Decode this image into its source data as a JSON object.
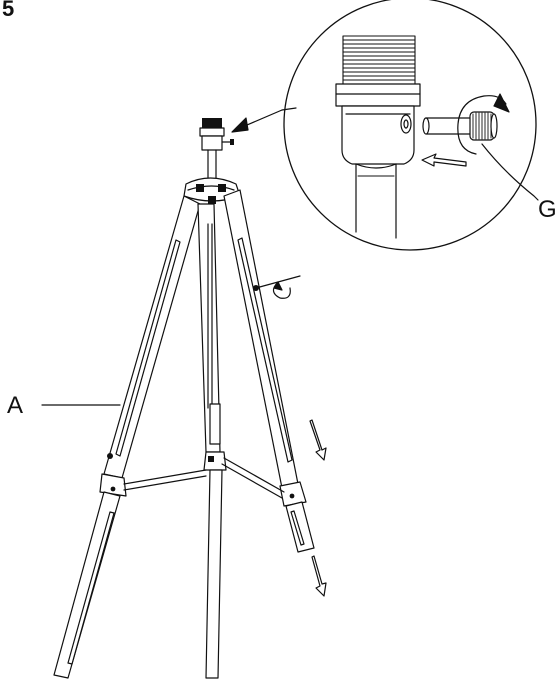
{
  "step": "5",
  "labels": {
    "a": "A",
    "g": "G"
  },
  "colors": {
    "ink": "#111111",
    "paper": "#ffffff"
  },
  "icons": [
    "rotate-arrow-icon",
    "direction-arrow-icon",
    "wing-screw-icon"
  ]
}
